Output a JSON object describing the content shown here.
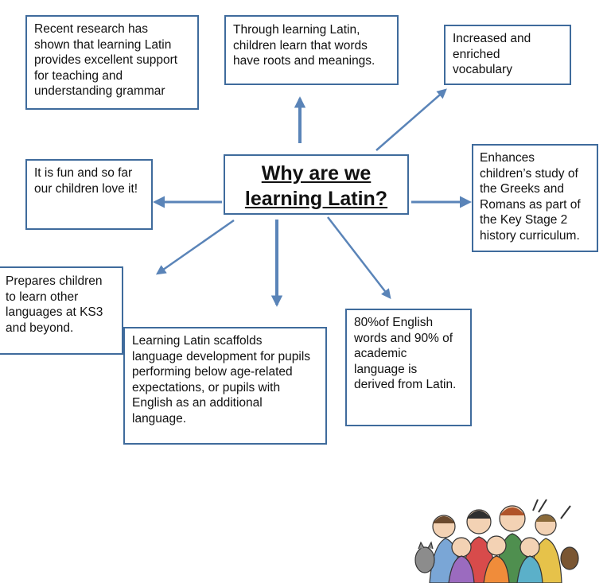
{
  "colors": {
    "border": "#3f6b9c",
    "arrow": "#5a84b8",
    "text": "#111111"
  },
  "center": {
    "line1": "Why are we",
    "line2": "learning Latin?"
  },
  "boxes": {
    "research": {
      "lines": [
        "Recent research has",
        "shown that learning Latin",
        "provides excellent support",
        "for teaching and",
        "understanding grammar"
      ]
    },
    "roots": {
      "lines": [
        "Through learning Latin,",
        "children learn that words",
        "have roots and meanings."
      ]
    },
    "vocabulary": {
      "lines": [
        "Increased and",
        "enriched",
        "vocabulary"
      ]
    },
    "fun": {
      "lines": [
        "It is fun and so far",
        "our children love it!"
      ]
    },
    "greeks": {
      "lines": [
        "Enhances",
        "children’s study of",
        "the Greeks and",
        "Romans as part of",
        "the Key Stage 2",
        "history curriculum."
      ]
    },
    "languages": {
      "lines": [
        "Prepares children",
        "to learn other",
        "languages at KS3",
        "and beyond."
      ]
    },
    "scaffold": {
      "lines": [
        "Learning Latin scaffolds",
        "language development for pupils",
        "performing below age-related",
        "expectations, or pupils with",
        "English as an additional",
        "language."
      ]
    },
    "english": {
      "lines": [
        "80%of English",
        "words and 90% of",
        "academic",
        "language is",
        "derived from Latin."
      ]
    }
  },
  "illustration": {
    "icon": "children-group-illustration"
  }
}
